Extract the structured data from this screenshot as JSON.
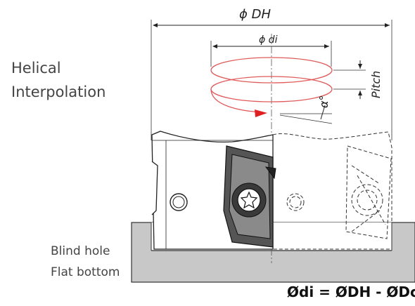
{
  "labels": {
    "helical_line1": "Helical",
    "helical_line2": "Interpolation",
    "blind_line1": "Blind hole",
    "blind_line2": "Flat bottom",
    "formula": "Ødi = ØDH - ØDc"
  },
  "dimensions": {
    "outer_diameter": "ϕ DH",
    "inner_diameter": "ϕ di",
    "pitch": "Pitch",
    "angle": "α°"
  },
  "colors": {
    "helix": "#e05a5a",
    "arrow": "#e02020",
    "workpiece_fill": "#c8c8c8",
    "outline": "#222222"
  }
}
